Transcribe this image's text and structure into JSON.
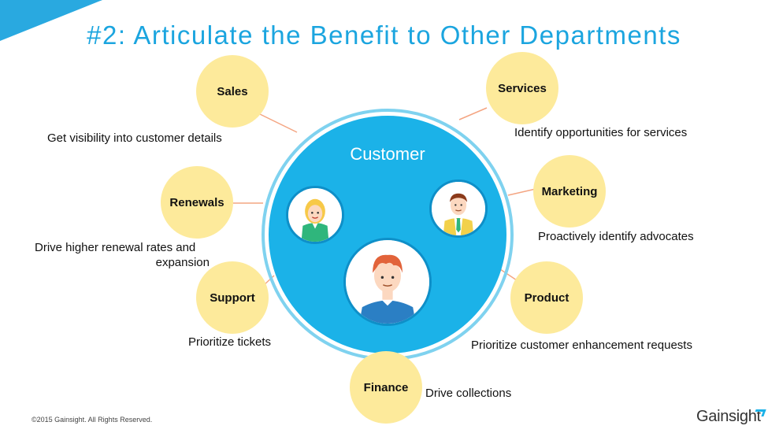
{
  "header": {
    "title": "#2: Articulate the Benefit to Other Departments"
  },
  "hub": {
    "label": "Customer"
  },
  "departments": [
    {
      "name": "Sales",
      "description": "Get visibility into customer details"
    },
    {
      "name": "Renewals",
      "description_line1": "Drive higher renewal rates and",
      "description_line2": "expansion"
    },
    {
      "name": "Support",
      "description": "Prioritize tickets"
    },
    {
      "name": "Finance",
      "description": "Drive collections"
    },
    {
      "name": "Services",
      "description": "Identify opportunities for services"
    },
    {
      "name": "Marketing",
      "description": "Proactively identify advocates"
    },
    {
      "name": "Product",
      "description": "Prioritize customer enhancement requests"
    }
  ],
  "footer": {
    "copyright": "©2015 Gainsight. All Rights Reserved.",
    "logo_text": "Gainsight"
  },
  "colors": {
    "title": "#1ba5df",
    "hub": "#1bb2e8",
    "ring": "#7fd2ef",
    "node": "#fdea9b",
    "connector": "#f4a582"
  }
}
